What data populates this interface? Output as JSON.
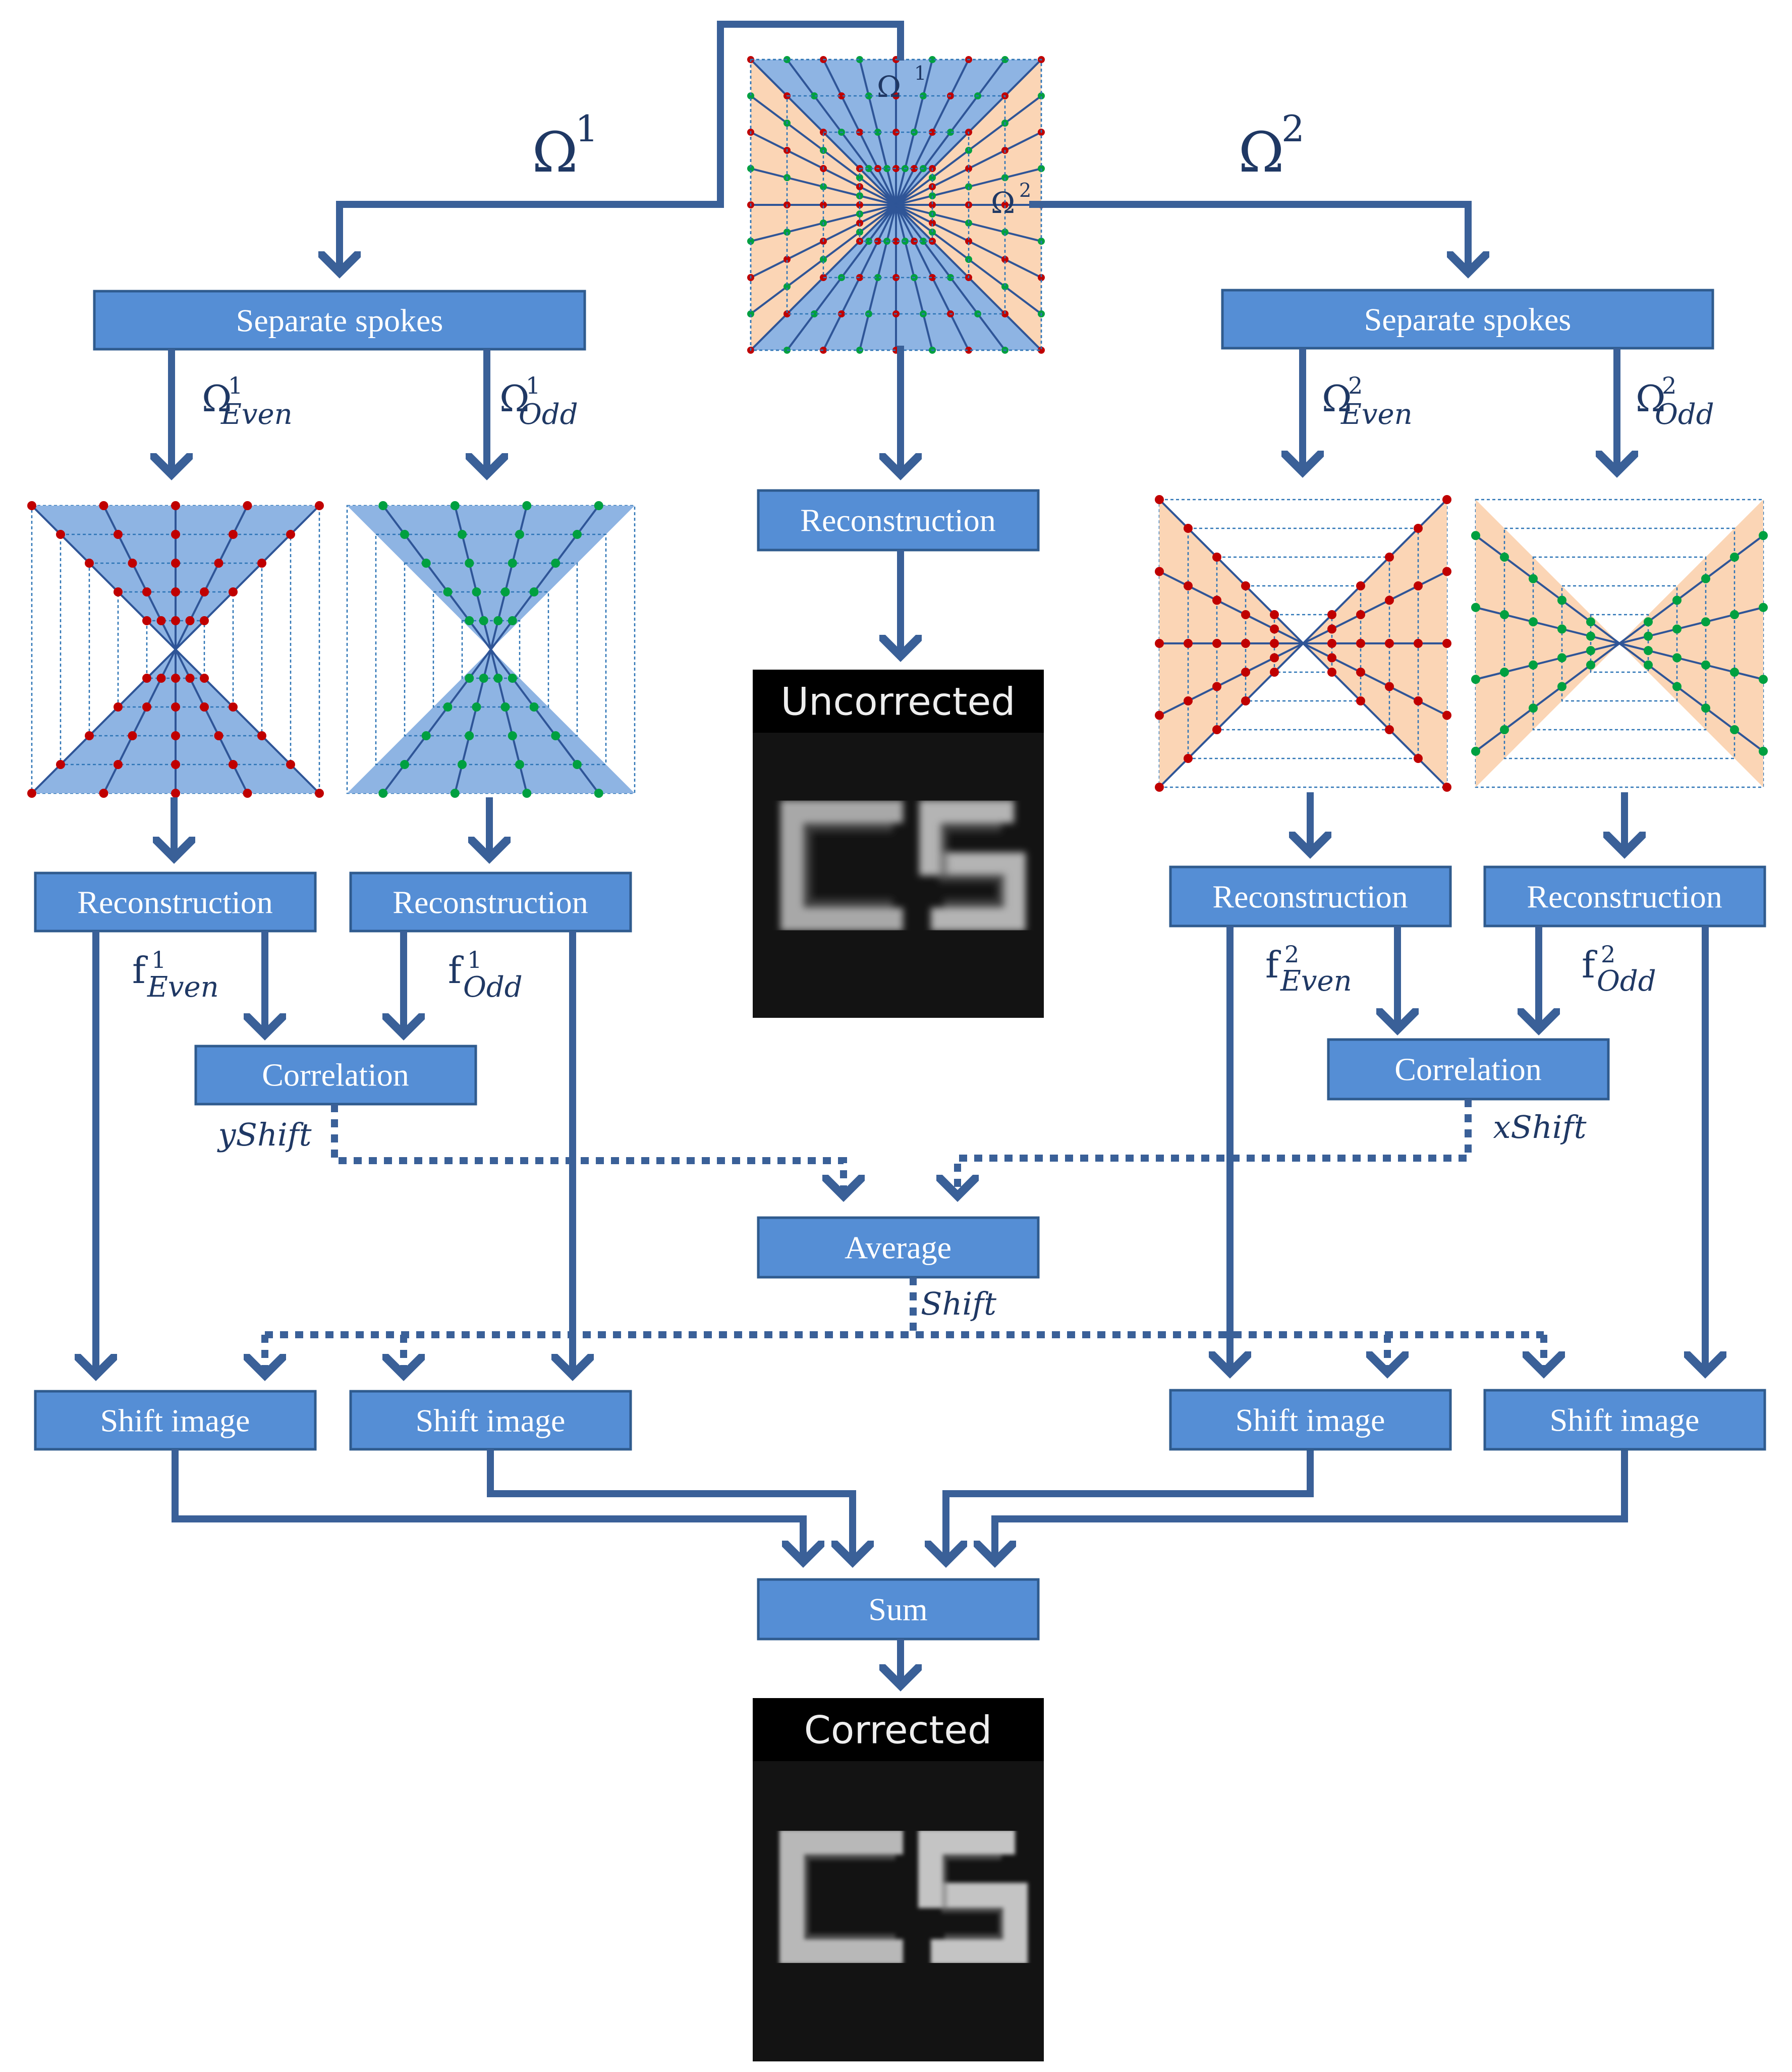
{
  "omega": {
    "omega1": "Ω",
    "omega1_sup": "1",
    "omega2": "Ω",
    "omega2_sup": "2"
  },
  "branches": {
    "left": {
      "separate": "Separate spokes",
      "even_label": "Ω",
      "even_sup": "1",
      "even_sub": "Even",
      "odd_label": "Ω",
      "odd_sup": "1",
      "odd_sub": "Odd",
      "recon_even": "Reconstruction",
      "recon_odd": "Reconstruction",
      "f_even": "f",
      "f_even_sup": "1",
      "f_even_sub": "Even",
      "f_odd": "f",
      "f_odd_sup": "1",
      "f_odd_sub": "Odd",
      "correlation": "Correlation",
      "shift_name": "yShift",
      "shift_image_1": "Shift image",
      "shift_image_2": "Shift image"
    },
    "right": {
      "separate": "Separate spokes",
      "even_label": "Ω",
      "even_sup": "2",
      "even_sub": "Even",
      "odd_label": "Ω",
      "odd_sup": "2",
      "odd_sub": "Odd",
      "recon_even": "Reconstruction",
      "recon_odd": "Reconstruction",
      "f_even": "f",
      "f_even_sup": "2",
      "f_even_sub": "Even",
      "f_odd": "f",
      "f_odd_sup": "2",
      "f_odd_sub": "Odd",
      "correlation": "Correlation",
      "shift_name": "xShift",
      "shift_image_1": "Shift image",
      "shift_image_2": "Shift image"
    }
  },
  "center": {
    "grid_omega1": "Ω",
    "grid_omega1_sup": "1",
    "grid_omega2": "Ω",
    "grid_omega2_sup": "2",
    "reconstruction": "Reconstruction",
    "uncorrected": "Uncorrected",
    "average": "Average",
    "shift": "Shift",
    "sum": "Sum",
    "corrected": "Corrected",
    "image_text": "CS"
  },
  "colors": {
    "box_fill": "#558ED5",
    "arrow": "#3A6098",
    "region_blue": "#8EB4E3",
    "region_orange": "#FBD5B5",
    "dot_red": "#C00000",
    "dot_green": "#00A040"
  }
}
